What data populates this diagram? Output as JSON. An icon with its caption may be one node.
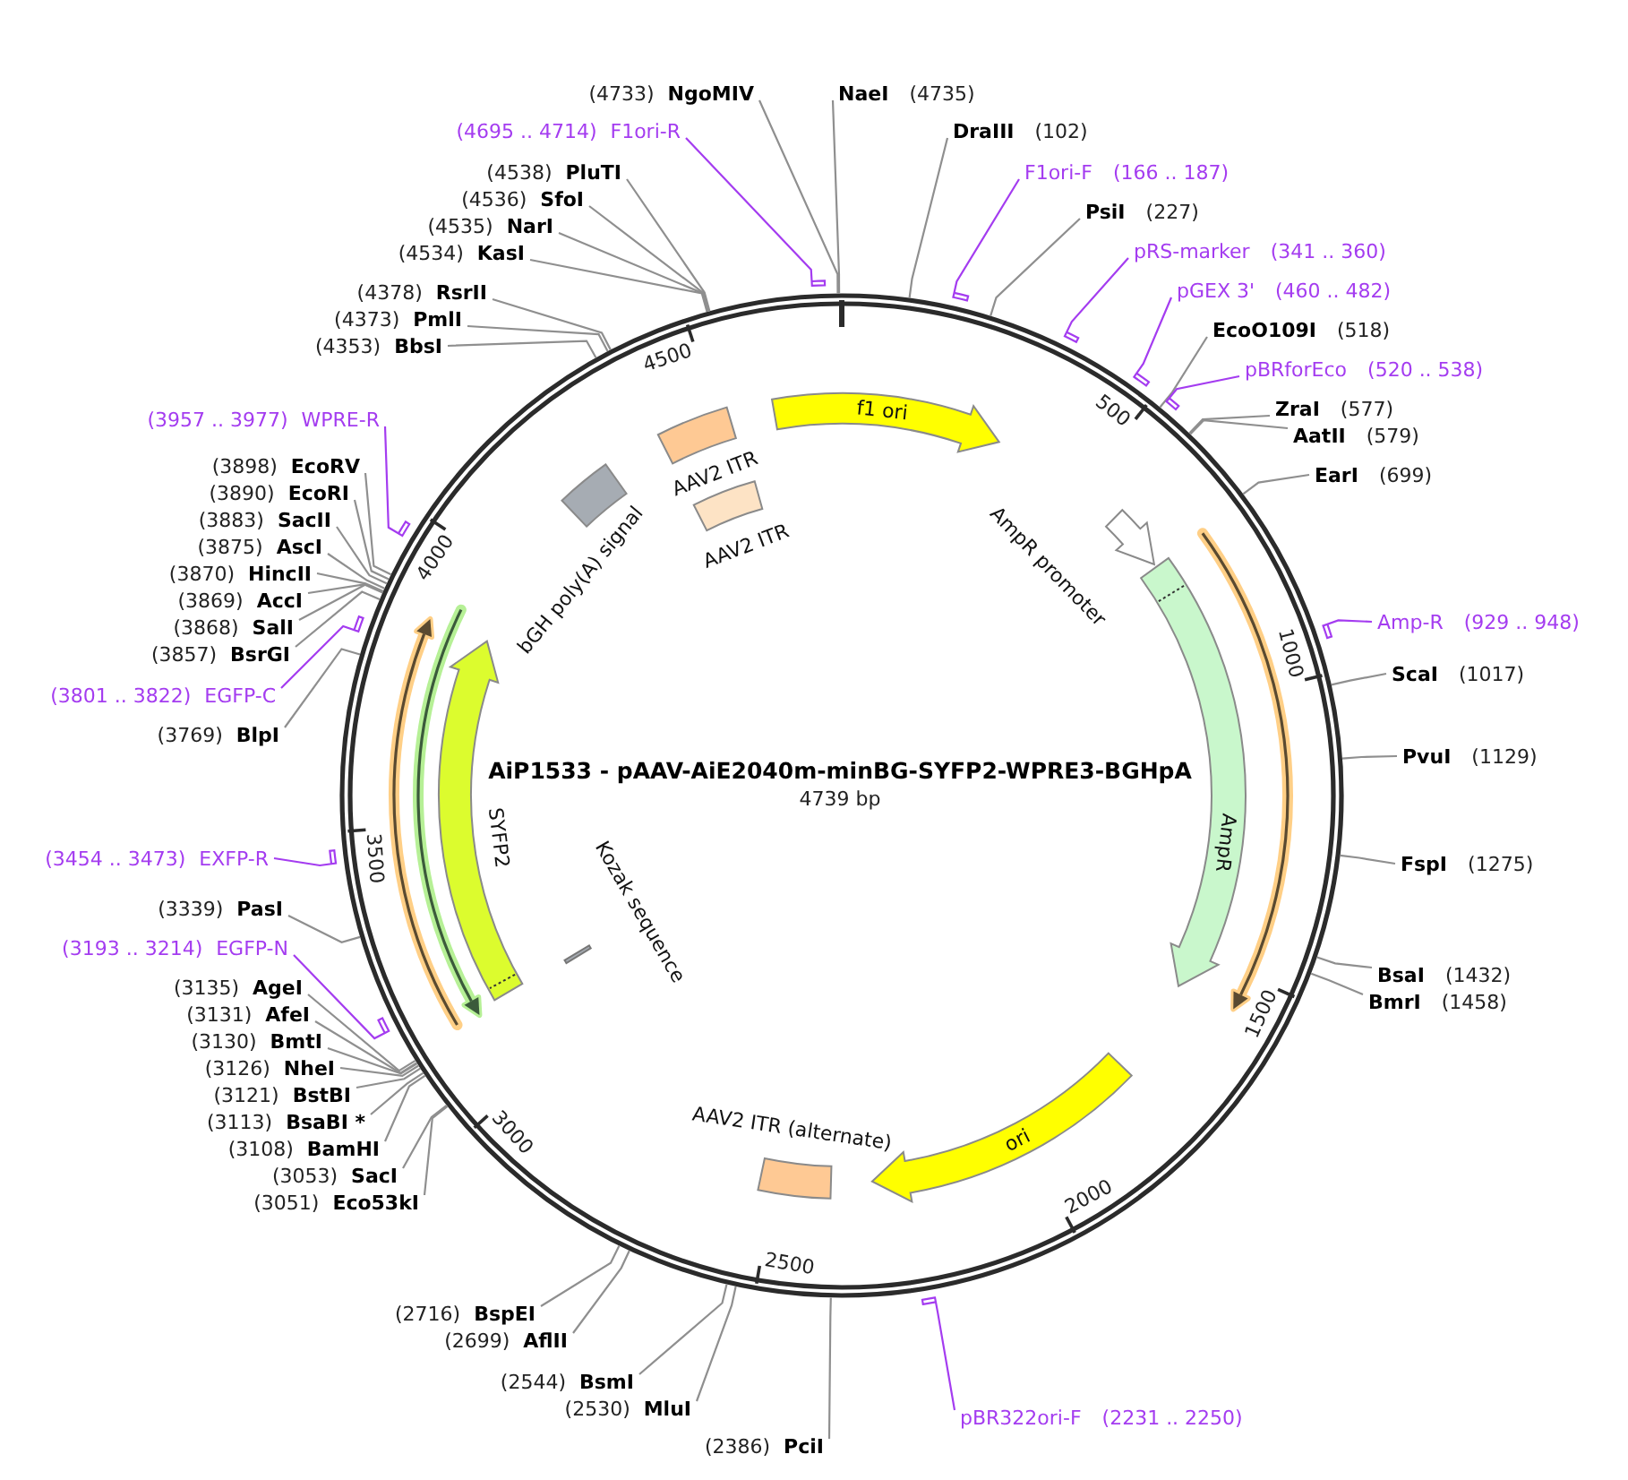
{
  "diagram": {
    "title": "AiP1533 - pAAV-AiE2040m-minBG-SYFP2-WPRE3-BGHpA",
    "nodes": [
      {
        "text": [
          "NaeI",
          "(4735)"
        ]
      },
      {
        "text": [
          "DraIII",
          "(102)"
        ]
      },
      {
        "text": [
          "F1ori-F",
          "(166 .. 187)"
        ]
      },
      {
        "text": [
          "PsiI",
          "(227)"
        ]
      },
      {
        "text": [
          "pRS-marker",
          "(341 .. 360)"
        ]
      },
      {
        "text": [
          "pGEX 3'",
          "(460 .. 482)"
        ]
      },
      {
        "text": [
          "EcoO109I",
          "(518)"
        ]
      },
      {
        "text": [
          "pBRforEco",
          "(520 .. 538)"
        ]
      },
      {
        "text": [
          "ZraI",
          "(577)"
        ]
      },
      {
        "text": [
          "AatII",
          "(579)"
        ]
      },
      {
        "text": [
          "EarI",
          "(699)"
        ]
      },
      {
        "text": [
          "Amp-R",
          "(929 .. 948)"
        ]
      },
      {
        "text": [
          "ScaI",
          "(1017)"
        ]
      },
      {
        "text": [
          "PvuI",
          "(1129)"
        ]
      },
      {
        "text": [
          "FspI",
          "(1275)"
        ]
      },
      {
        "text": [
          "BsaI",
          "(1432)"
        ]
      },
      {
        "text": [
          "BmrI",
          "(1458)"
        ]
      },
      {
        "text": [
          "pBR322ori-F",
          "(2231 .. 2250)"
        ]
      },
      {
        "text": [
          "(2386)",
          "PciI"
        ]
      },
      {
        "text": [
          "(2530)",
          "MluI"
        ]
      },
      {
        "text": [
          "(2544)",
          "BsmI"
        ]
      },
      {
        "text": [
          "(2699)",
          "AflII"
        ]
      },
      {
        "text": [
          "(2716)",
          "BspEI"
        ]
      },
      {
        "text": [
          "(3051)",
          "Eco53kI"
        ]
      },
      {
        "text": [
          "(3053)",
          "SacI"
        ]
      },
      {
        "text": [
          "(3108)",
          "BamHI"
        ]
      },
      {
        "text": [
          "(3113)",
          "BsaBI *"
        ]
      },
      {
        "text": [
          "(3121)",
          "BstBI"
        ]
      },
      {
        "text": [
          "(3126)",
          "NheI"
        ]
      },
      {
        "text": [
          "(3130)",
          "BmtI"
        ]
      },
      {
        "text": [
          "(3131)",
          "AfeI"
        ]
      },
      {
        "text": [
          "(3135)",
          "AgeI"
        ]
      },
      {
        "text": [
          "(3193 .. 3214)",
          "EGFP-N"
        ]
      },
      {
        "text": [
          "(3339)",
          "PasI"
        ]
      },
      {
        "text": [
          "(3454 .. 3473)",
          "EXFP-R"
        ]
      },
      {
        "text": [
          "(3769)",
          "BlpI"
        ]
      },
      {
        "text": [
          "(3801 .. 3822)",
          "EGFP-C"
        ]
      },
      {
        "text": [
          "(3857)",
          "BsrGI"
        ]
      },
      {
        "text": [
          "(3868)",
          "SalI"
        ]
      },
      {
        "text": [
          "(3869)",
          "AccI"
        ]
      },
      {
        "text": [
          "(3870)",
          "HincII"
        ]
      },
      {
        "text": [
          "(3875)",
          "AscI"
        ]
      },
      {
        "text": [
          "(3883)",
          "SacII"
        ]
      },
      {
        "text": [
          "(3890)",
          "EcoRI"
        ]
      },
      {
        "text": [
          "(3898)",
          "EcoRV"
        ]
      },
      {
        "text": [
          "(3957 .. 3977)",
          "WPRE-R"
        ]
      },
      {
        "text": [
          "(4353)",
          "BbsI"
        ]
      },
      {
        "text": [
          "(4373)",
          "PmlI"
        ]
      },
      {
        "text": [
          "(4378)",
          "RsrII"
        ]
      },
      {
        "text": [
          "(4534)",
          "KasI"
        ]
      },
      {
        "text": [
          "(4535)",
          "NarI"
        ]
      },
      {
        "text": [
          "(4536)",
          "SfoI"
        ]
      },
      {
        "text": [
          "(4538)",
          "PluTI"
        ]
      },
      {
        "text": [
          "(4695 .. 4714)",
          "F1ori-R"
        ]
      },
      {
        "text": [
          "(4733)",
          "NgoMIV"
        ]
      },
      {
        "text": [
          "f1 ori"
        ]
      },
      {
        "text": [
          "AAV2 ITR"
        ]
      },
      {
        "text": [
          "AAV2 ITR"
        ]
      },
      {
        "text": [
          "bGH poly(A) signal"
        ]
      },
      {
        "text": [
          "AmpR promoter"
        ]
      },
      {
        "text": [
          "AmpR"
        ]
      },
      {
        "text": [
          "ori"
        ]
      },
      {
        "text": [
          "AAV2 ITR (alternate)"
        ]
      },
      {
        "text": [
          "SYFP2"
        ]
      },
      {
        "text": [
          "Kozak sequence"
        ]
      }
    ],
    "edges": [
      {
        "from": 0,
        "to": null,
        "arrow": "none"
      },
      {
        "from": 1,
        "to": null,
        "arrow": "none"
      },
      {
        "from": 2,
        "to": null,
        "arrow": "none",
        "color": "#a43cf0"
      },
      {
        "from": 3,
        "to": null,
        "arrow": "none"
      },
      {
        "from": 4,
        "to": null,
        "arrow": "none",
        "color": "#a43cf0"
      },
      {
        "from": 5,
        "to": null,
        "arrow": "none",
        "color": "#a43cf0"
      },
      {
        "from": 6,
        "to": null,
        "arrow": "none"
      },
      {
        "from": 7,
        "to": null,
        "arrow": "none",
        "color": "#a43cf0"
      },
      {
        "from": 8,
        "to": null,
        "arrow": "none"
      },
      {
        "from": 9,
        "to": null,
        "arrow": "none"
      },
      {
        "from": 10,
        "to": null,
        "arrow": "none"
      },
      {
        "from": 11,
        "to": null,
        "arrow": "none",
        "color": "#a43cf0"
      },
      {
        "from": 12,
        "to": null,
        "arrow": "none"
      },
      {
        "from": 13,
        "to": null,
        "arrow": "none"
      },
      {
        "from": 14,
        "to": null,
        "arrow": "none"
      },
      {
        "from": 15,
        "to": null,
        "arrow": "none"
      },
      {
        "from": 16,
        "to": null,
        "arrow": "none"
      },
      {
        "from": 17,
        "to": null,
        "arrow": "none",
        "color": "#a43cf0"
      },
      {
        "from": 18,
        "to": null,
        "arrow": "none"
      },
      {
        "from": 19,
        "to": null,
        "arrow": "none"
      },
      {
        "from": 20,
        "to": null,
        "arrow": "none"
      },
      {
        "from": 21,
        "to": null,
        "arrow": "none"
      },
      {
        "from": 22,
        "to": null,
        "arrow": "none"
      },
      {
        "from": 23,
        "to": null,
        "arrow": "none"
      },
      {
        "from": 24,
        "to": null,
        "arrow": "none"
      },
      {
        "from": 25,
        "to": null,
        "arrow": "none"
      },
      {
        "from": 26,
        "to": null,
        "arrow": "none"
      },
      {
        "from": 27,
        "to": null,
        "arrow": "none"
      },
      {
        "from": 28,
        "to": null,
        "arrow": "none"
      },
      {
        "from": 29,
        "to": null,
        "arrow": "none"
      },
      {
        "from": 30,
        "to": null,
        "arrow": "none"
      },
      {
        "from": 31,
        "to": null,
        "arrow": "none"
      },
      {
        "from": 32,
        "to": null,
        "arrow": "none",
        "color": "#a43cf0"
      },
      {
        "from": 33,
        "to": null,
        "arrow": "none"
      },
      {
        "from": 34,
        "to": null,
        "arrow": "none",
        "color": "#a43cf0"
      },
      {
        "from": 35,
        "to": null,
        "arrow": "none"
      },
      {
        "from": 36,
        "to": null,
        "arrow": "none",
        "color": "#a43cf0"
      },
      {
        "from": 37,
        "to": null,
        "arrow": "none"
      },
      {
        "from": 38,
        "to": null,
        "arrow": "none"
      },
      {
        "from": 39,
        "to": null,
        "arrow": "none"
      },
      {
        "from": 40,
        "to": null,
        "arrow": "none"
      },
      {
        "from": 41,
        "to": null,
        "arrow": "none"
      },
      {
        "from": 42,
        "to": null,
        "arrow": "none"
      },
      {
        "from": 43,
        "to": null,
        "arrow": "none"
      },
      {
        "from": 44,
        "to": null,
        "arrow": "none"
      },
      {
        "from": 45,
        "to": null,
        "arrow": "none",
        "color": "#a43cf0"
      },
      {
        "from": 46,
        "to": null,
        "arrow": "none"
      },
      {
        "from": 47,
        "to": null,
        "arrow": "none"
      },
      {
        "from": 48,
        "to": null,
        "arrow": "none"
      },
      {
        "from": 49,
        "to": null,
        "arrow": "none"
      },
      {
        "from": 50,
        "to": null,
        "arrow": "none"
      },
      {
        "from": 51,
        "to": null,
        "arrow": "none"
      },
      {
        "from": 52,
        "to": null,
        "arrow": "none"
      },
      {
        "from": 53,
        "to": null,
        "arrow": "none",
        "color": "#a43cf0"
      },
      {
        "from": 54,
        "to": null,
        "arrow": "none"
      }
    ],
    "labels": [
      "4739 bp",
      "500",
      "1000",
      "1500",
      "2000",
      "2500",
      "3000",
      "3500",
      "4000",
      "4500"
    ]
  }
}
